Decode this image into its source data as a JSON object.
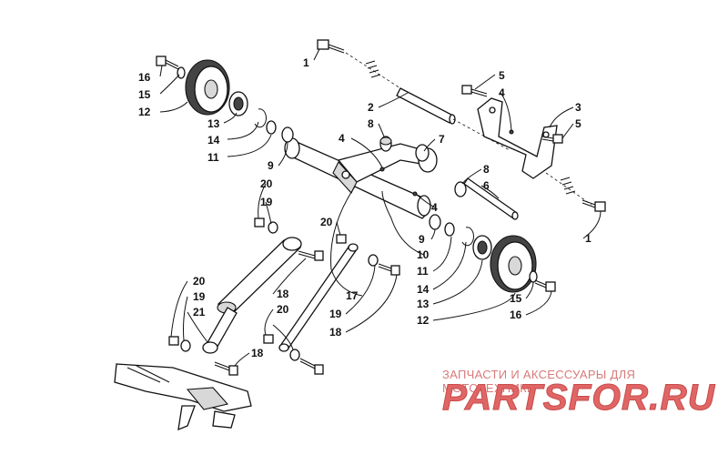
{
  "callouts": [
    "1",
    "16",
    "15",
    "12",
    "13",
    "14",
    "11",
    "2",
    "8",
    "4",
    "5",
    "3",
    "7",
    "9",
    "20",
    "19",
    "6",
    "10",
    "17",
    "18",
    "21"
  ],
  "watermark": {
    "subtitle": "ЗАПЧАСТИ И АКСЕССУАРЫ ДЛЯ МОТОТЕХНИКИ",
    "logo_text": "PARTSFOR.RU",
    "color": "#e06666"
  }
}
